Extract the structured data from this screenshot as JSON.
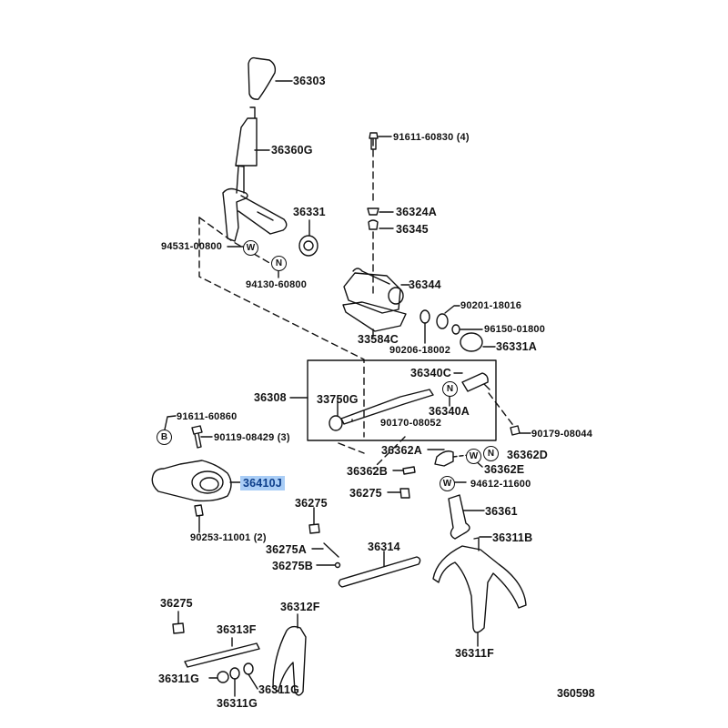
{
  "diagram": {
    "title": "Manual transmission shift lever and shift fork parts diagram",
    "figure_number": "360598",
    "highlight_color": "#a9cdf6",
    "highlighted_part": "36410J",
    "symbols": {
      "washer": "W",
      "nut": "N",
      "bolt": "B"
    },
    "labels": {
      "p36303": "36303",
      "p36360G": "36360G",
      "p91611_60830": "91611-60830 (4)",
      "p36324A": "36324A",
      "p36345": "36345",
      "p36331": "36331",
      "p94531_00800": "94531-00800",
      "p94130_60800": "94130-60800",
      "p36344": "36344",
      "p90201_18016": "90201-18016",
      "p96150_01800": "96150-01800",
      "p33584C": "33584C",
      "p90206_18002": "90206-18002",
      "p36331A": "36331A",
      "p36308": "36308",
      "p36340C": "36340C",
      "p33750G": "33750G",
      "p36340A": "36340A",
      "p90170_08052": "90170-08052",
      "p90179_08044": "90179-08044",
      "p91611_60860": "91611-60860",
      "p90119_08429": "90119-08429 (3)",
      "p36410J": "36410J",
      "p90253_11001": "90253-11001 (2)",
      "p36362A": "36362A",
      "p36362D": "36362D",
      "p36362B": "36362B",
      "p36362E": "36362E",
      "p94612_11600": "94612-11600",
      "p36275_a": "36275",
      "p36275_b": "36275",
      "p36275A": "36275A",
      "p36275B": "36275B",
      "p36314": "36314",
      "p36361": "36361",
      "p36311B": "36311B",
      "p36275_c": "36275",
      "p36312F": "36312F",
      "p36313F": "36313F",
      "p36311G_a": "36311G",
      "p36311G_b": "36311G",
      "p36311G_c": "36311G",
      "p36311F": "36311F"
    }
  }
}
